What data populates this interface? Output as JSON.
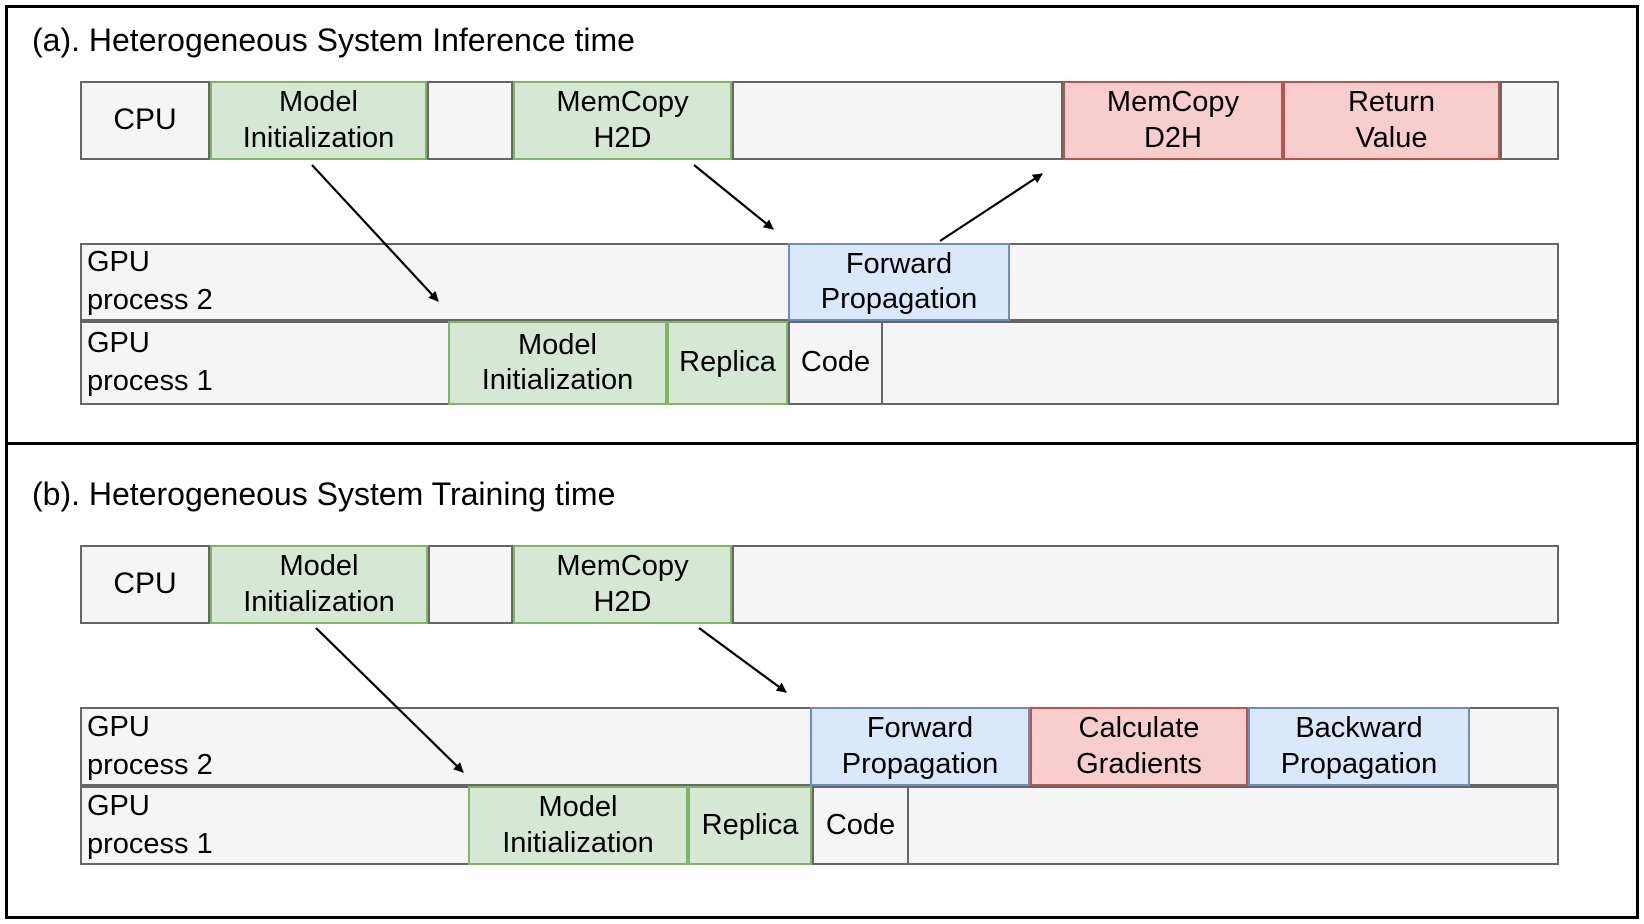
{
  "palette": {
    "green_fill": "#d5e8d4",
    "green_border": "#82b366",
    "blue_fill": "#dae8fc",
    "blue_border": "#6c8ebf",
    "red_fill": "#f8cecc",
    "red_border": "#b85450",
    "gray_fill": "#f5f5f5",
    "gray_border": "#666666",
    "arrow_color": "#000000"
  },
  "panel_a": {
    "title": "(a). Heterogeneous System Inference time",
    "cpu_row": {
      "cpu": "CPU",
      "model_initialization": "Model\nInitialization",
      "memcopy_h2d": "MemCopy\nH2D",
      "memcopy_d2h": "MemCopy\nD2H",
      "return_value": "Return\nValue"
    },
    "gpu2_row": {
      "label": "GPU\nprocess 2",
      "forward_propagation": "Forward\nPropagation"
    },
    "gpu1_row": {
      "label": "GPU\nprocess 1",
      "model_initialization": "Model\nInitialization",
      "replica": "Replica",
      "code": "Code"
    }
  },
  "panel_b": {
    "title": "(b). Heterogeneous System Training time",
    "cpu_row": {
      "cpu": "CPU",
      "model_initialization": "Model\nInitialization",
      "memcopy_h2d": "MemCopy\nH2D"
    },
    "gpu2_row": {
      "label": "GPU\nprocess 2",
      "forward_propagation": "Forward\nPropagation",
      "calculate_gradients": "Calculate\nGradients",
      "backward_propagation": "Backward\nPropagation"
    },
    "gpu1_row": {
      "label": "GPU\nprocess 1",
      "model_initialization": "Model\nInitialization",
      "replica": "Replica",
      "code": "Code"
    }
  }
}
